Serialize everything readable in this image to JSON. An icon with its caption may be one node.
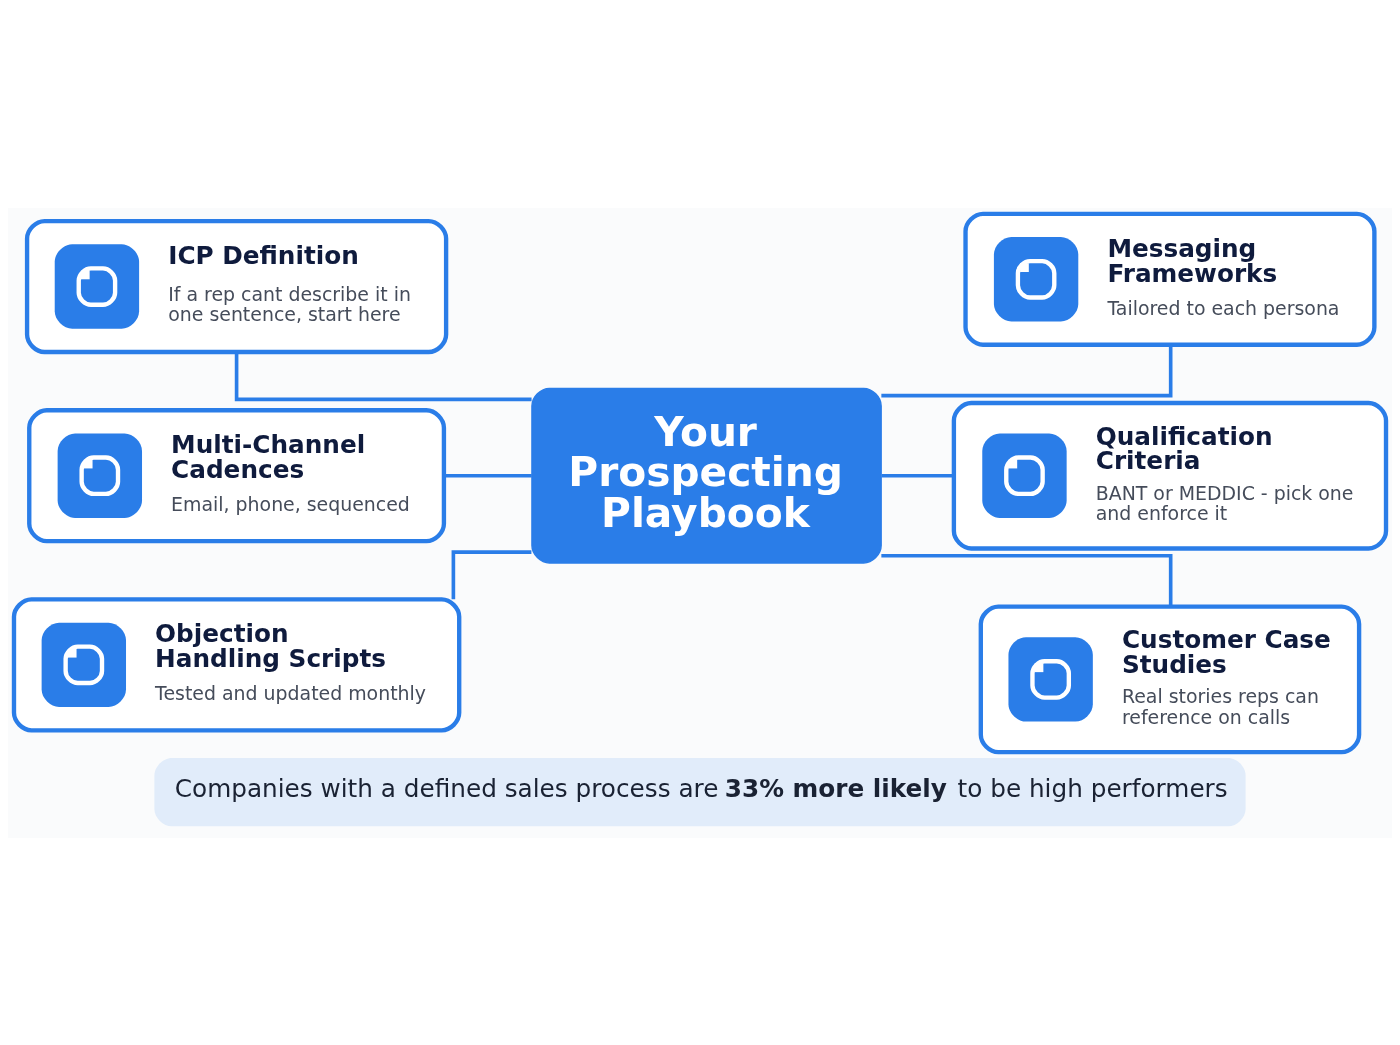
{
  "diagram": {
    "caption": "Companies with a defined sales process are **33% more likely** to be high performers",
    "nodes": [
      {
        "text": [
          "ICP Definition",
          "If a rep cant describe it in one sentence, start here"
        ]
      },
      {
        "text": [
          "Messaging Frameworks",
          "Tailored to each persona"
        ]
      },
      {
        "text": [
          "Multi-Channel Cadences",
          "Email, phone, sequenced"
        ]
      },
      {
        "text": [
          "Your Prospecting Playbook"
        ]
      },
      {
        "text": [
          "Qualification Criteria",
          "BANT or MEDDIC - pick one and enforce it"
        ]
      },
      {
        "text": [
          "Objection Handling Scripts",
          "Tested and updated monthly"
        ]
      },
      {
        "text": [
          "Customer Case Studies",
          "Real stories reps can reference on calls"
        ]
      }
    ],
    "edges": [
      {
        "from": 0,
        "to": 3,
        "arrow": "none"
      },
      {
        "from": 3,
        "to": 1,
        "arrow": "none"
      },
      {
        "from": 2,
        "to": 3,
        "arrow": "none"
      },
      {
        "from": 3,
        "to": 4,
        "arrow": "none"
      },
      {
        "from": 5,
        "to": 3,
        "arrow": "none"
      },
      {
        "from": 3,
        "to": 6,
        "arrow": "none"
      }
    ]
  }
}
